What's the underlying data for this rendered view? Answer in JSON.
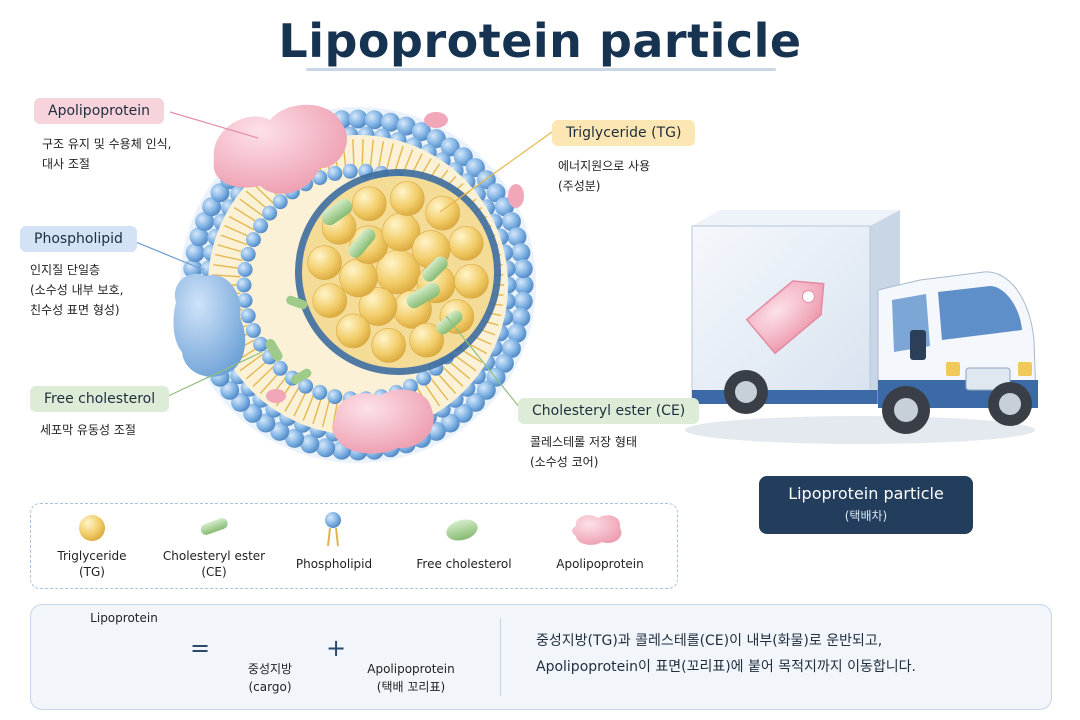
{
  "title": "Lipoprotein particle",
  "callouts": {
    "apolipoprotein": {
      "label": "Apolipoprotein",
      "desc": [
        "구조 유지 및 수용체 인식,",
        "대사 조절"
      ]
    },
    "phospholipid": {
      "label": "Phospholipid",
      "desc": [
        "인지질 단일층",
        "(소수성 내부 보호,",
        "친수성 표면 형성)"
      ]
    },
    "free_cholesterol": {
      "label": "Free cholesterol",
      "desc": [
        "세포막 유동성 조절"
      ]
    },
    "triglyceride": {
      "label": "Triglyceride (TG)",
      "desc": [
        "에너지원으로 사용",
        "(주성분)"
      ]
    },
    "cholesteryl_ester": {
      "label": "Cholesteryl ester (CE)",
      "desc": [
        "콜레스테롤 저장 형태",
        "(소수성 코어)"
      ]
    }
  },
  "legend": [
    {
      "icon": "triglyceride-icon",
      "line1": "Triglyceride",
      "line2": "(TG)"
    },
    {
      "icon": "cholesteryl-ester-icon",
      "line1": "Cholesteryl ester",
      "line2": "(CE)"
    },
    {
      "icon": "phospholipid-icon",
      "line1": "Phospholipid",
      "line2": ""
    },
    {
      "icon": "free-cholesterol-icon",
      "line1": "Free cholesterol",
      "line2": ""
    },
    {
      "icon": "apolipoprotein-icon",
      "line1": "Apolipoprotein",
      "line2": ""
    }
  ],
  "truck_label": {
    "title": "Lipoprotein particle",
    "subtitle": "(택배차)"
  },
  "analogy": {
    "truck_caption": "Lipoprotein",
    "equals": "=",
    "plus": "+",
    "cargo": {
      "line1": "중성지방",
      "line2": "(cargo)"
    },
    "tag": {
      "line1": "Apolipoprotein",
      "line2": "(택배 꼬리표)"
    },
    "description": [
      "중성지방(TG)과 콜레스테롤(CE)이 내부(화물)로 운반되고,",
      "Apolipoprotein이 표면(꼬리표)에 붙어 목적지까지 이동합니다."
    ]
  },
  "colors": {
    "title": "#173352",
    "phospholipid_head": "#6fa6dc",
    "triglyceride": "#f0c65e",
    "apolipoprotein": "#f2a7b8",
    "cholesterol": "#a6cf96",
    "label_box": "#233d5c"
  }
}
